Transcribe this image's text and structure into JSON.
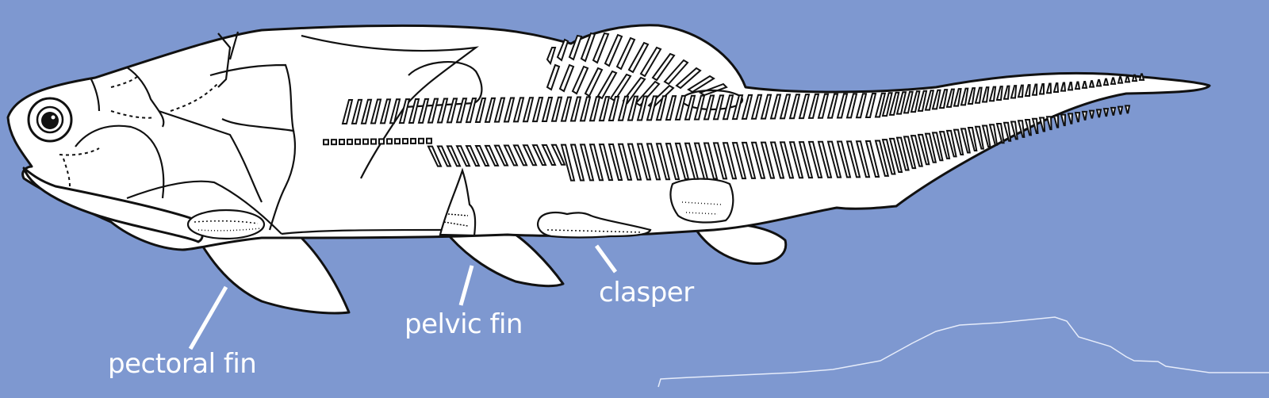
{
  "figure": {
    "background_color": "#7e98d0",
    "line_color": "#111111",
    "label_color": "#ffffff",
    "subject": "fossil fish skeletal reconstruction (lateral view)"
  },
  "labels": {
    "pectoral_fin": "pectoral fin",
    "pelvic_fin": "pelvic fin",
    "clasper": "clasper"
  }
}
